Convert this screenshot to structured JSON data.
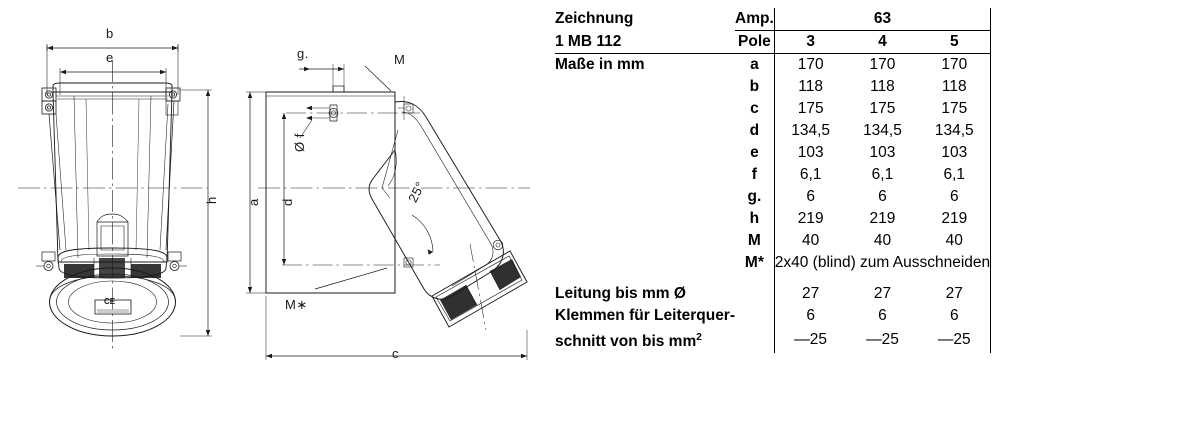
{
  "drawing": {
    "title": "technical-dimension-drawing",
    "front_view_labels": [
      "b",
      "e",
      "h"
    ],
    "side_view_labels": [
      "g.",
      "M",
      "Ø f",
      "a",
      "d",
      "25°",
      "M∗",
      "c"
    ],
    "marking": "CE",
    "angle": "25°"
  },
  "table": {
    "drawing_label": "Zeichnung",
    "drawing_number": "1 MB 112",
    "dimensions_label": "Maße in mm",
    "amp_label": "Amp.",
    "amp_value": "63",
    "pole_label": "Pole",
    "poles": [
      "3",
      "4",
      "5"
    ],
    "rows": [
      {
        "sym": "a",
        "values": [
          "170",
          "170",
          "170"
        ]
      },
      {
        "sym": "b",
        "values": [
          "118",
          "118",
          "118"
        ]
      },
      {
        "sym": "c",
        "values": [
          "175",
          "175",
          "175"
        ]
      },
      {
        "sym": "d",
        "values": [
          "134,5",
          "134,5",
          "134,5"
        ]
      },
      {
        "sym": "e",
        "values": [
          "103",
          "103",
          "103"
        ]
      },
      {
        "sym": "f",
        "values": [
          "6,1",
          "6,1",
          "6,1"
        ]
      },
      {
        "sym": "g.",
        "values": [
          "6",
          "6",
          "6"
        ]
      },
      {
        "sym": "h",
        "values": [
          "219",
          "219",
          "219"
        ]
      },
      {
        "sym": "M",
        "values": [
          "40",
          "40",
          "40"
        ]
      }
    ],
    "mstar": {
      "sym": "M*",
      "note": "2x40 (blind) zum Ausschneiden"
    },
    "cable_row": {
      "label": "Leitung bis mm Ø",
      "values": [
        "27",
        "27",
        "27"
      ]
    },
    "terminal_row": {
      "label_line1": "Klemmen für Leiterquer-",
      "label_line2_a": "schnitt von bis mm",
      "label_line2_sup": "2",
      "values_top": [
        "6",
        "6",
        "6"
      ],
      "values_bottom": [
        "—25",
        "—25",
        "—25"
      ]
    }
  }
}
